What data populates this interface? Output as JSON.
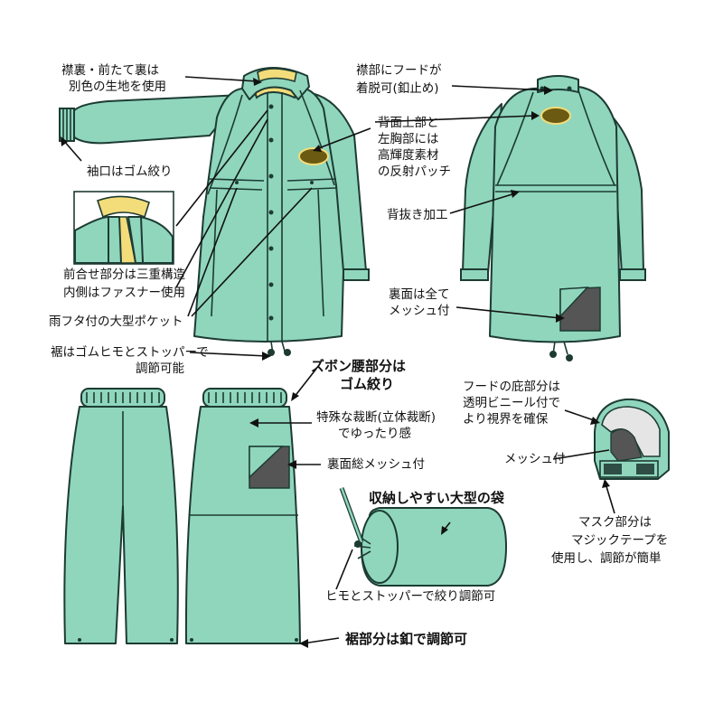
{
  "colors": {
    "garment": "#8fd6bd",
    "outline": "#1d3b33",
    "collar_lining": "#f3dc7a",
    "mesh": "#555555",
    "patch": "#6b5a12"
  },
  "labels": {
    "collar_lining": [
      "襟裏・前たて裏は",
      "別色の生地を使用"
    ],
    "hood_attach": [
      "襟部にフードが",
      "着脱可(釦止め)"
    ],
    "reflective": [
      "背面上部と",
      "左胸部には",
      "高輝度素材",
      "の反射パッチ"
    ],
    "cuff": "袖口はゴム絞り",
    "back_vent": "背抜き加工",
    "front_closure": [
      "前合せ部分は三重構造",
      "内側はファスナー使用"
    ],
    "inner_mesh_jacket": [
      "裏面は全て",
      "メッシュ付"
    ],
    "pocket": "雨フタ付の大型ポケット",
    "hem_cord": [
      "裾はゴムヒモとストッパーで",
      "調節可能"
    ],
    "waist": [
      "ズボン腰部分は",
      "ゴム絞り"
    ],
    "hood_visor": [
      "フードの庇部分は",
      "透明ビニール付で",
      "より視界を確保"
    ],
    "cut": [
      "特殊な裁断(立体裁断)",
      "でゆったり感"
    ],
    "inner_mesh_pants": "裏面総メッシュ付",
    "hood_mesh": "メッシュ付",
    "storage_bag": "収納しやすい大型の袋",
    "mask": [
      "マスク部分は",
      "マジックテープを",
      "使用し、調節が簡単"
    ],
    "bag_cord": "ヒモとストッパーで絞り調節可",
    "pants_hem": "裾部分は釦で調節可"
  }
}
